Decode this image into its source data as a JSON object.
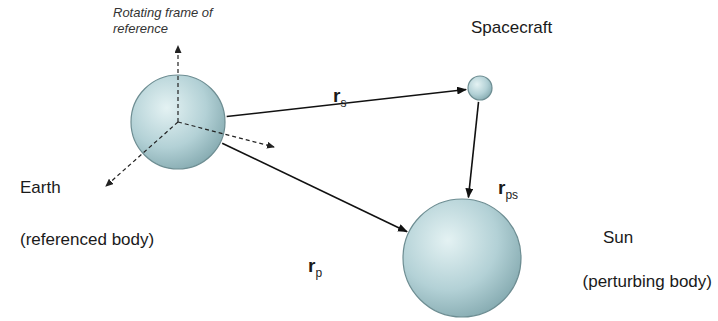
{
  "diagram": {
    "nodes": [
      {
        "text": [
          "Earth",
          "(referenced body)"
        ]
      },
      {
        "text": [
          "Spacecraft"
        ]
      },
      {
        "text": [
          "Sun",
          "(perturbing body)"
        ]
      }
    ],
    "edges": [
      {
        "from": 0,
        "to": 1,
        "arrow": "to",
        "label": "rs"
      },
      {
        "from": 0,
        "to": 2,
        "arrow": "to",
        "label": "rp"
      },
      {
        "from": 1,
        "to": 2,
        "arrow": "to",
        "label": "rps"
      }
    ],
    "labels": [
      "Rotating frame of reference"
    ]
  }
}
